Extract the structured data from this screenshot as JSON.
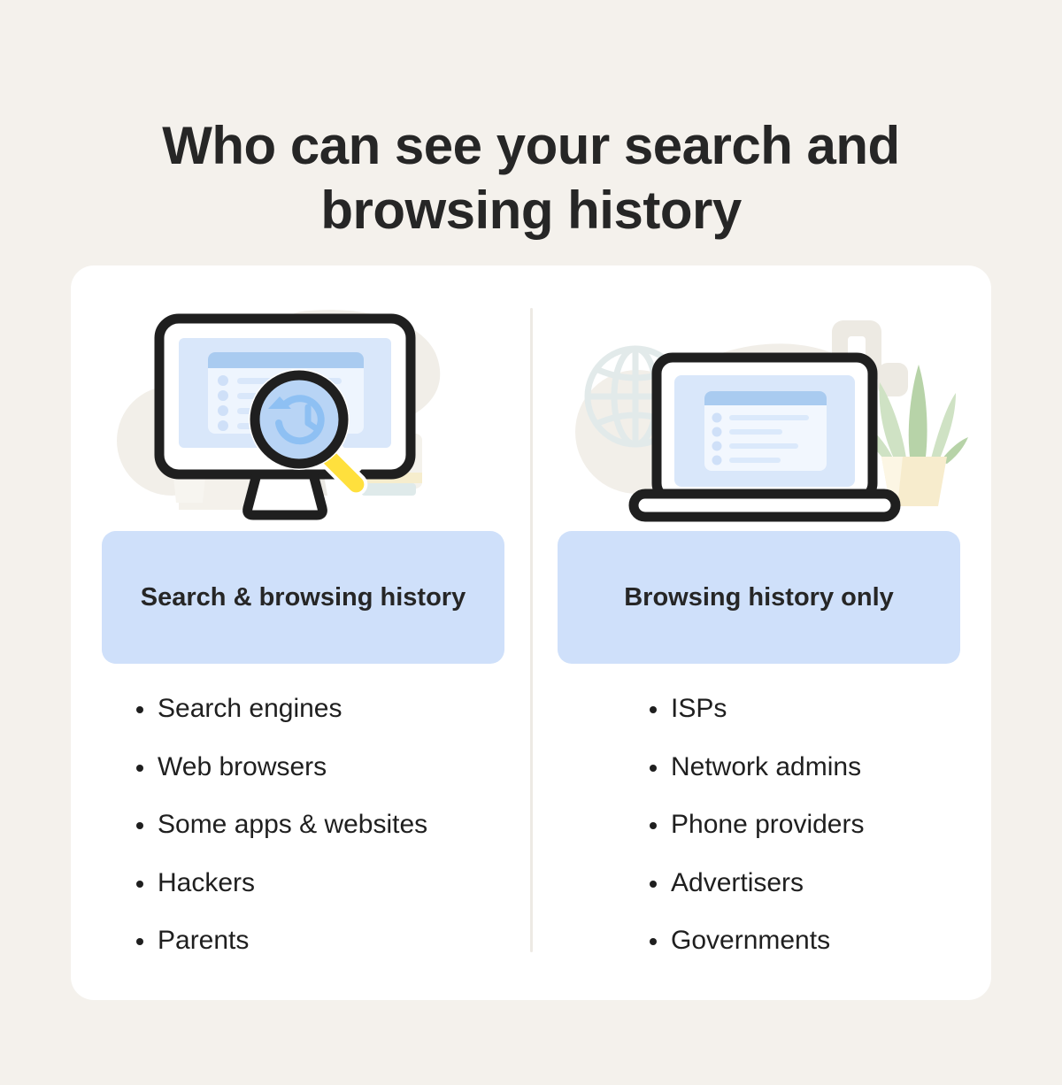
{
  "header": {
    "title_line1": "Who can see your search and",
    "title_line2": "browsing history"
  },
  "colors": {
    "page_background": "#f4f1ec",
    "card_background": "#ffffff",
    "pill_background": "#cfe0fa",
    "text": "#262626",
    "divider": "#edeae4",
    "screen_blue": "#d9e7fa",
    "screen_header_blue": "#a9cbf0",
    "accent_yellow": "#ffe03d",
    "outline_black": "#1f1f1f",
    "plant_green_light": "#cfe2c4",
    "plant_green_dark": "#a8c99a",
    "pot_cream": "#f7eccd",
    "decor_beige": "#efece5"
  },
  "columns": [
    {
      "id": "search-and-browsing",
      "illustration": "desktop-monitor-with-magnifier-history-icon",
      "heading": "Search & browsing history",
      "items": [
        "Search engines",
        "Web browsers",
        "Some apps & websites",
        "Hackers",
        "Parents"
      ]
    },
    {
      "id": "browsing-only",
      "illustration": "laptop-with-globe-and-plant",
      "heading": "Browsing history only",
      "items": [
        "ISPs",
        "Network admins",
        "Phone providers",
        "Advertisers",
        "Governments"
      ]
    }
  ]
}
